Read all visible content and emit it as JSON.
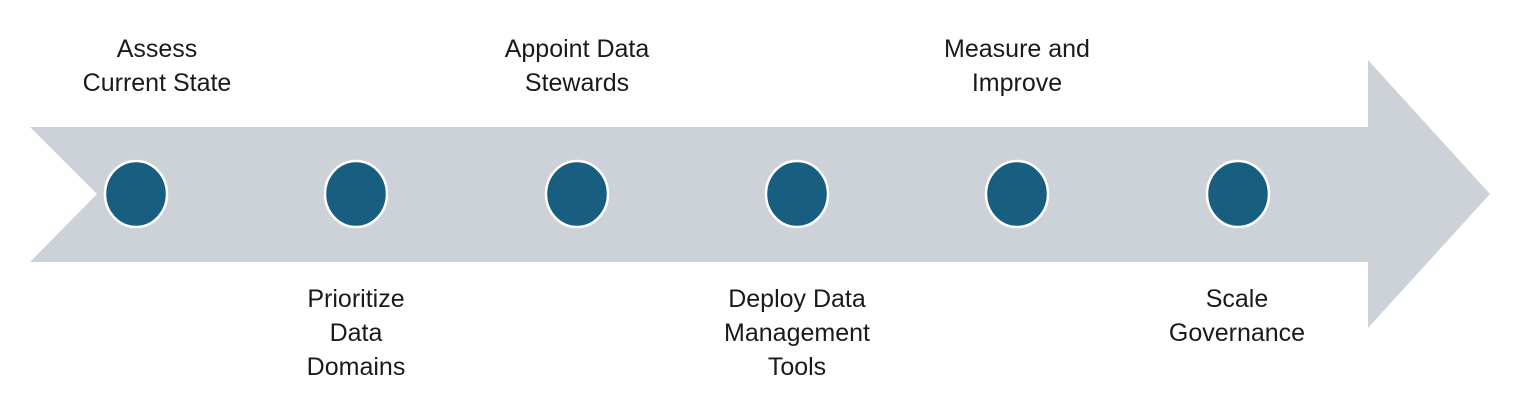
{
  "diagram": {
    "colors": {
      "arrow": "#cdd2d9",
      "node": "#175e80",
      "node_outline": "#ffffff",
      "text": "#1a1a1a"
    },
    "steps": [
      {
        "lines": [
          "Assess",
          "Current State"
        ],
        "position": "above"
      },
      {
        "lines": [
          "Prioritize",
          "Data",
          "Domains"
        ],
        "position": "below"
      },
      {
        "lines": [
          "Appoint Data",
          "Stewards"
        ],
        "position": "above"
      },
      {
        "lines": [
          "Deploy Data",
          "Management",
          "Tools"
        ],
        "position": "below"
      },
      {
        "lines": [
          "Measure and",
          "Improve"
        ],
        "position": "above"
      },
      {
        "lines": [
          "Scale",
          "Governance"
        ],
        "position": "below"
      }
    ]
  }
}
